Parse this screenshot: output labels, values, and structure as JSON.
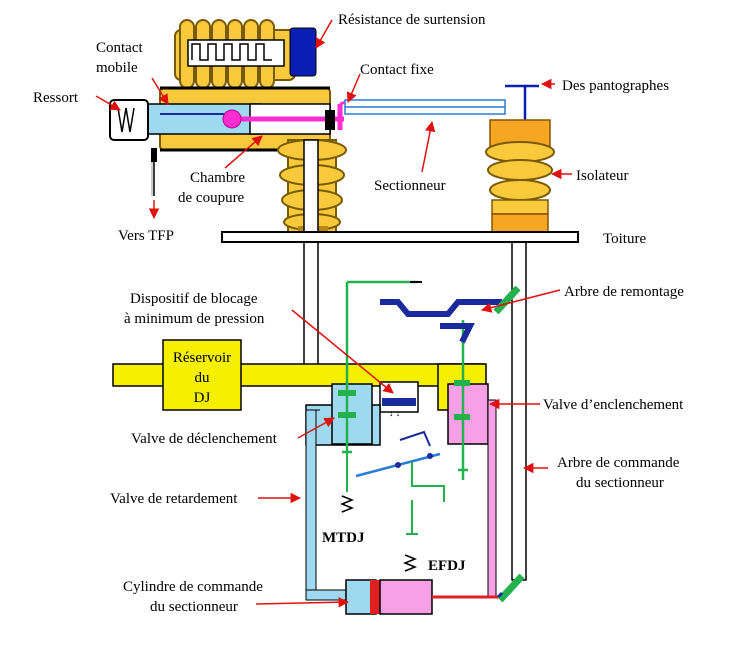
{
  "labels": {
    "resistance": "Résistance de surtension",
    "contact_mobile_1": "Contact",
    "contact_mobile_2": "mobile",
    "contact_fixe": "Contact fixe",
    "ressort": "Ressort",
    "pantographes": "Des pantographes",
    "chambre_1": "Chambre",
    "chambre_2": "de coupure",
    "sectionneur": "Sectionneur",
    "isolateur": "Isolateur",
    "vers_tfp": "Vers TFP",
    "toiture": "Toiture",
    "dispositif_1": "Dispositif de blocage",
    "dispositif_2": "à minimum de pression",
    "arbre_remontage": "Arbre de remontage",
    "reservoir_1": "Réservoir",
    "reservoir_2": "du",
    "reservoir_3": "DJ",
    "valve_enclenchement": "Valve d’enclenchement",
    "valve_declenchement": "Valve de déclenchement",
    "arbre_commande_1": "Arbre de commande",
    "arbre_commande_2": "du sectionneur",
    "valve_retardement": "Valve de retardement",
    "mtdj": "MTDJ",
    "efdj": "EFDJ",
    "cylindre_1": "Cylindre de commande",
    "cylindre_2": "du sectionneur"
  },
  "colors": {
    "insulator": "#f7c93b",
    "insulator_dark": "#7a5a00",
    "blue_cap": "#0a1eb4",
    "light_blue": "#9fd9f0",
    "magenta": "#ff2ccf",
    "pink_fill": "#f8a0e6",
    "green": "#22b14c",
    "yellow_pipe": "#f5f000",
    "orange_isolator": "#f5a623",
    "red_arrow": "#e01010",
    "navy": "#1a2a9c",
    "cyl_red": "#e02020"
  }
}
